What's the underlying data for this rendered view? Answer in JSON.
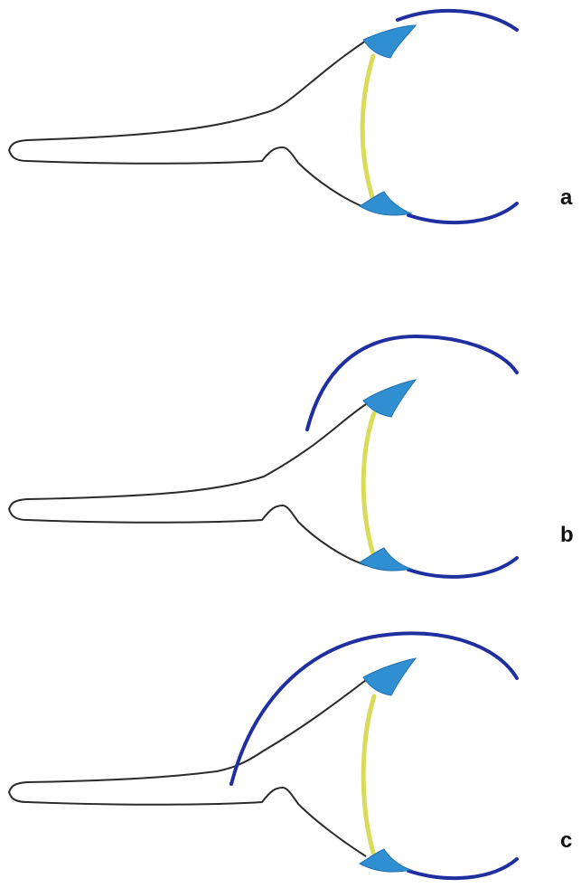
{
  "panels": [
    {
      "letter": "a"
    },
    {
      "letter": "b"
    },
    {
      "letter": "c"
    }
  ],
  "colors": {
    "outline": "#2b2b2b",
    "arc": "#1f2fa0",
    "lens": "#d8dc5a",
    "wedge": "#2f8fd0"
  }
}
